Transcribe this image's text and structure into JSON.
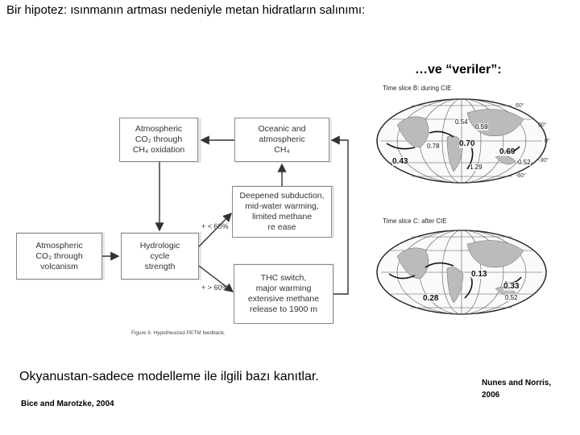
{
  "title": "Bir hipotez: ısınmanın artması nedeniyle metan hidratların salınımı:",
  "maps_heading": "…ve “veriler”:",
  "diagram": {
    "boxes": {
      "atm_ch4": "Atmospheric\nCO₂ through\nCH₄ oxidation",
      "ocean_ch4": "Oceanic and\natmospheric\nCH₄",
      "deepened": "Deepened subduction,\nmid-water warming,\nlimited methane\nre ease",
      "volcanism": "Atmospheric\nCO₂ through\nvolcanism",
      "hydro": "Hydrologic\ncycle\nstrength",
      "thc": "THC switch,\nmajor warming\nextensive methane\nrelease to 1900 m"
    },
    "thresholds": {
      "low": "+ < 60%",
      "high": "+ > 60%"
    },
    "caption": "Figure 9.   Hypothesized PETM feedback."
  },
  "maps": {
    "top": {
      "title": "Time slice B: during CIE",
      "values": [
        "0.54",
        "0.59",
        "0.70",
        "0.78",
        "0.69",
        "0.43",
        "1.29",
        "0.52"
      ]
    },
    "bottom": {
      "title": "Time slice C: after CIE",
      "values": [
        "0.13",
        "0.33",
        "0.28",
        "0.52"
      ]
    },
    "lat_labels": [
      "60°",
      "30°",
      "0°",
      "-30°",
      "-60°"
    ]
  },
  "subtitle": "Okyanustan-sadece modelleme ile ilgili bazı kanıtlar.",
  "citation_left": "Bice and Marotzke, 2004",
  "citation_right_line1": "Nunes and Norris,",
  "citation_right_line2": "2006"
}
